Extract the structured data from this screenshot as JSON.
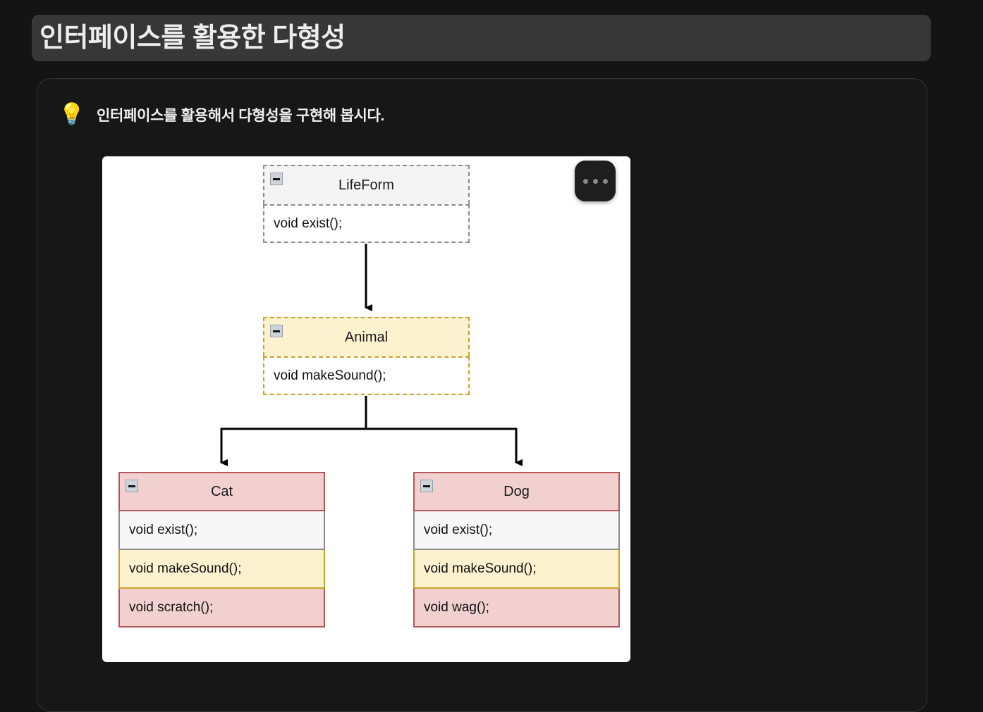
{
  "page": {
    "title": "인터페이스를 활용한 다형성",
    "background_color": "#141414",
    "title_bar_color": "#373737"
  },
  "callout": {
    "icon": "lightbulb-icon",
    "icon_glyph": "💡",
    "text": "인터페이스를 활용해서 다형성을 구현해 봅시다."
  },
  "diagram": {
    "panel_background": "#ffffff",
    "more_menu": {
      "icon": "more-horizontal-icon",
      "label": "…"
    },
    "collapse_icon_label": "−",
    "colors": {
      "interface_gray_border": "#8c8c8c",
      "interface_gray_fill": "#f4f4f4",
      "interface_gold_border": "#c9a227",
      "interface_gold_fill": "#fcf2d0",
      "class_red_border": "#b05757",
      "class_pink_fill": "#f2d0d0",
      "row_gray_fill": "#f7f7f7",
      "row_yellow_fill": "#fcf2d0",
      "connector": "#000000"
    },
    "nodes": [
      {
        "id": "lifeform",
        "name": "LifeForm",
        "stereotype": "interface",
        "border_style": "dashed",
        "header_fill": "#f4f4f4",
        "border_color": "#8c8c8c",
        "members": [
          {
            "label": "void exist();",
            "fill": "#ffffff"
          }
        ]
      },
      {
        "id": "animal",
        "name": "Animal",
        "stereotype": "interface",
        "border_style": "dashed",
        "header_fill": "#fcf2d0",
        "border_color": "#c9a227",
        "members": [
          {
            "label": "void makeSound();",
            "fill": "#ffffff"
          }
        ]
      },
      {
        "id": "cat",
        "name": "Cat",
        "stereotype": "class",
        "border_style": "solid",
        "header_fill": "#f2d0d0",
        "border_color": "#b05757",
        "members": [
          {
            "label": "void exist();",
            "fill": "#f7f7f7"
          },
          {
            "label": "void makeSound();",
            "fill": "#fcf2d0"
          },
          {
            "label": "void scratch();",
            "fill": "#f2d0d0"
          }
        ]
      },
      {
        "id": "dog",
        "name": "Dog",
        "stereotype": "class",
        "border_style": "solid",
        "header_fill": "#f2d0d0",
        "border_color": "#b05757",
        "members": [
          {
            "label": "void exist();",
            "fill": "#f7f7f7"
          },
          {
            "label": "void makeSound();",
            "fill": "#fcf2d0"
          },
          {
            "label": "void wag();",
            "fill": "#f2d0d0"
          }
        ]
      }
    ],
    "edges": [
      {
        "from": "lifeform",
        "to": "animal",
        "arrow": "filled-triangle"
      },
      {
        "from": "animal",
        "to": "cat",
        "arrow": "filled-triangle"
      },
      {
        "from": "animal",
        "to": "dog",
        "arrow": "filled-triangle"
      }
    ]
  }
}
